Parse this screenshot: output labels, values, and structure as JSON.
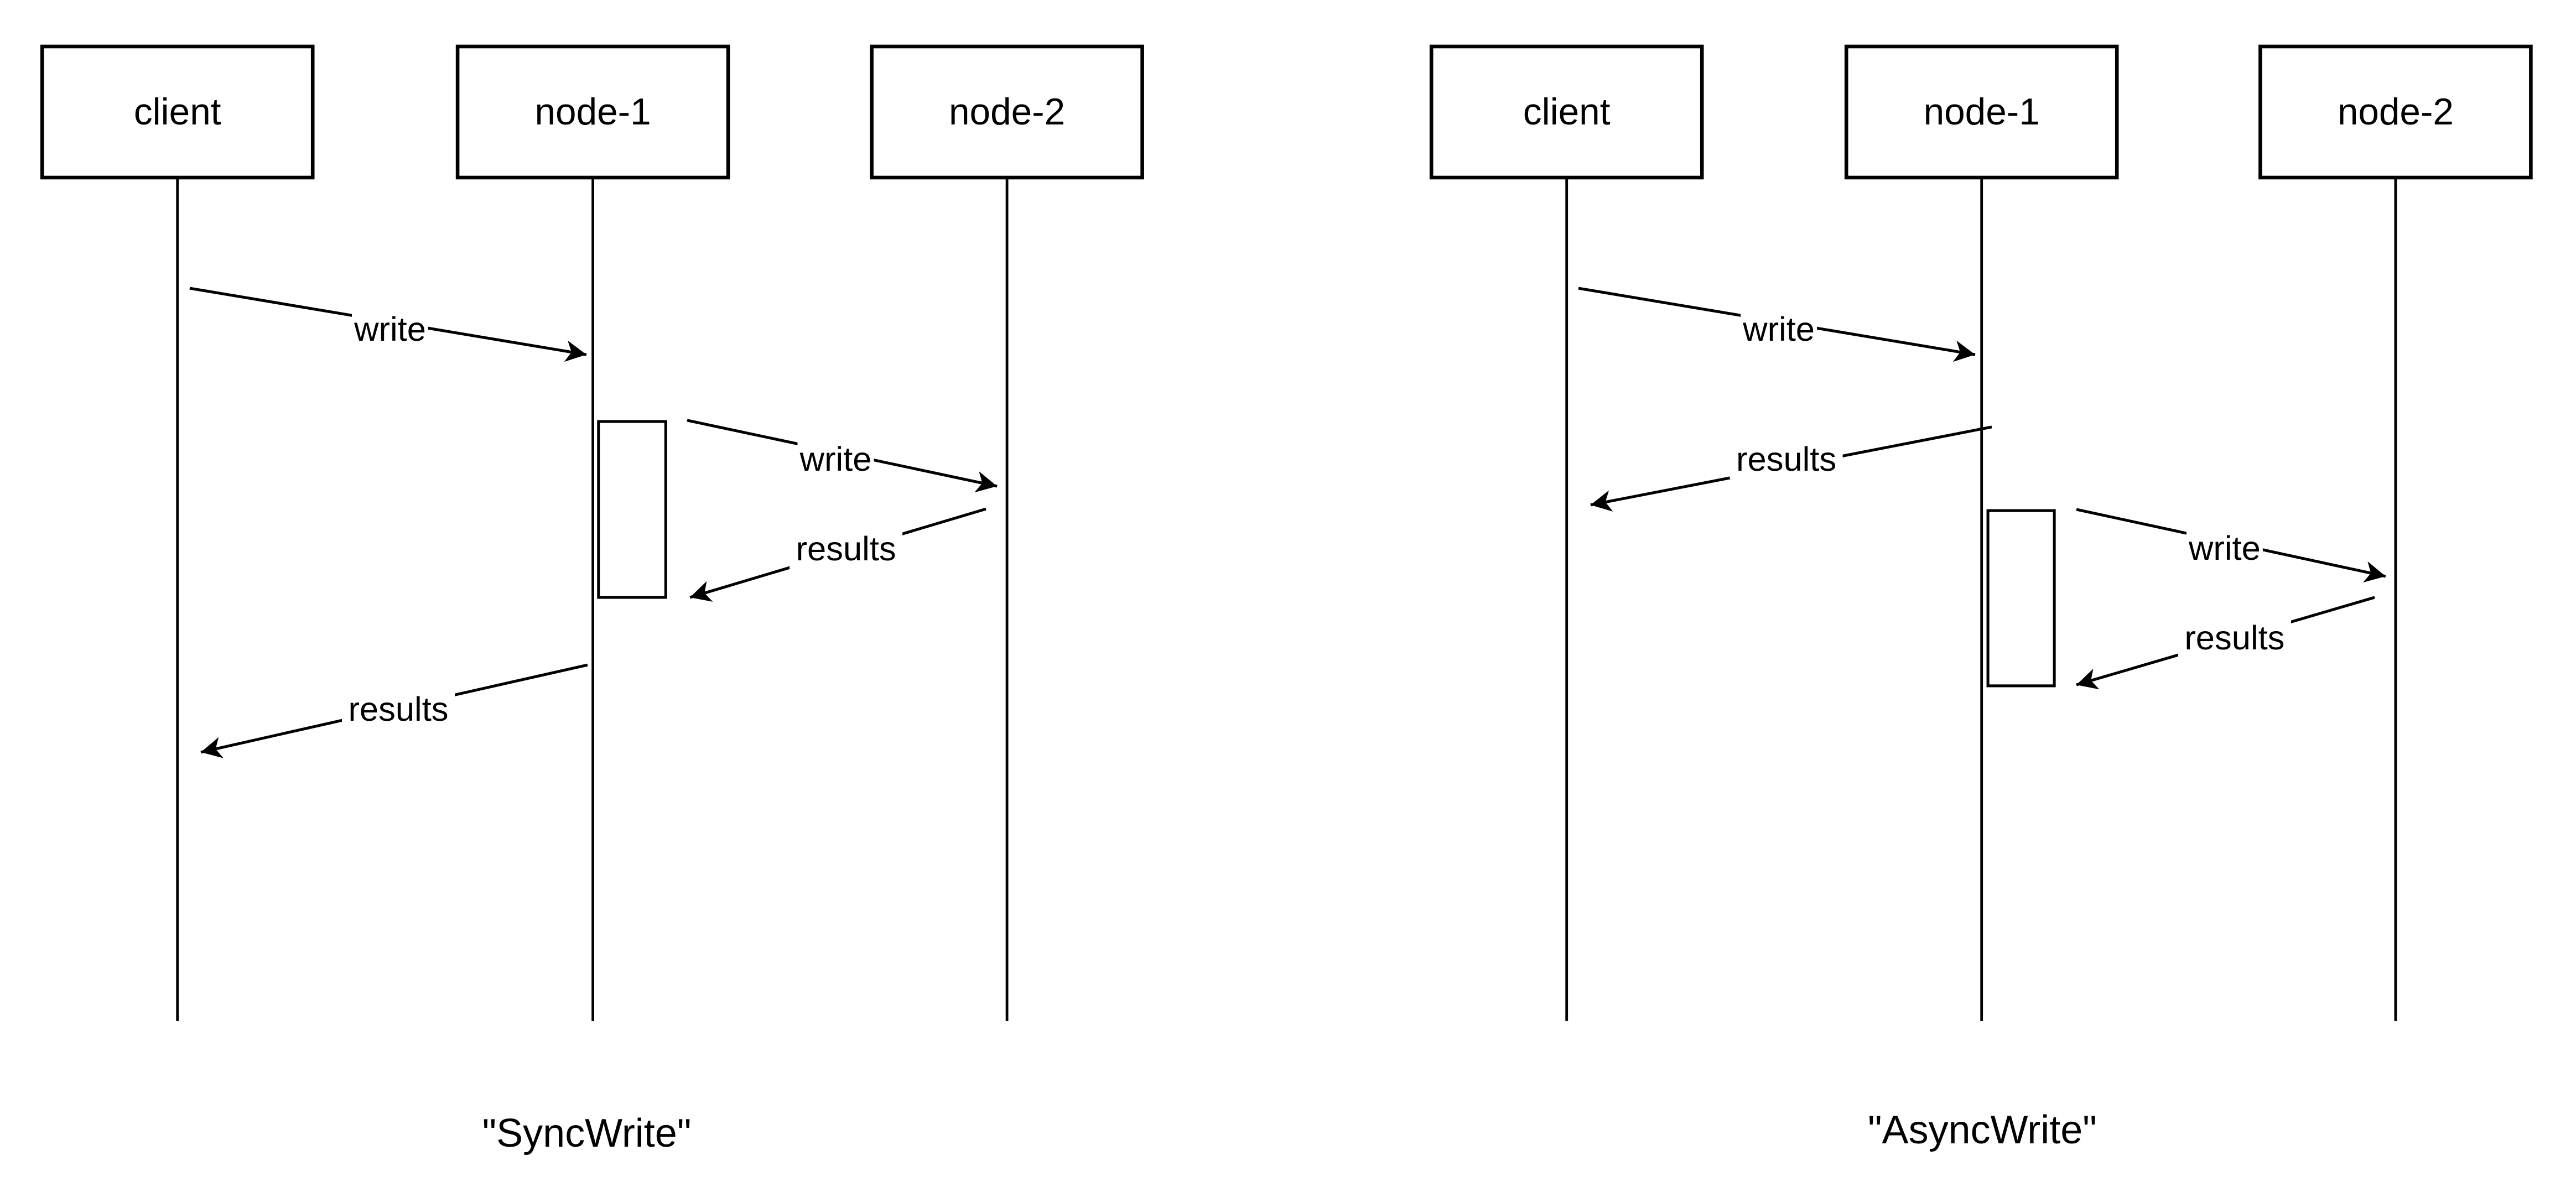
{
  "page": {
    "type": "sequence-diagram-pair",
    "background": "#ffffff"
  },
  "colors": {
    "stroke": "#000000",
    "text": "#000000",
    "box_fill": "#ffffff"
  },
  "diagrams": [
    {
      "caption": "\"SyncWrite\"",
      "actors": [
        {
          "name": "client"
        },
        {
          "name": "node-1"
        },
        {
          "name": "node-2"
        }
      ],
      "messages": [
        {
          "label": "write",
          "from": "client",
          "to": "node-1"
        },
        {
          "label": "write",
          "from": "node-1",
          "to": "node-2"
        },
        {
          "label": "results",
          "from": "node-2",
          "to": "node-1"
        },
        {
          "label": "results",
          "from": "node-1",
          "to": "client"
        }
      ]
    },
    {
      "caption": "\"AsyncWrite\"",
      "actors": [
        {
          "name": "client"
        },
        {
          "name": "node-1"
        },
        {
          "name": "node-2"
        }
      ],
      "messages": [
        {
          "label": "write",
          "from": "client",
          "to": "node-1"
        },
        {
          "label": "results",
          "from": "node-1",
          "to": "client"
        },
        {
          "label": "write",
          "from": "node-1",
          "to": "node-2"
        },
        {
          "label": "results",
          "from": "node-2",
          "to": "node-1"
        }
      ]
    }
  ]
}
